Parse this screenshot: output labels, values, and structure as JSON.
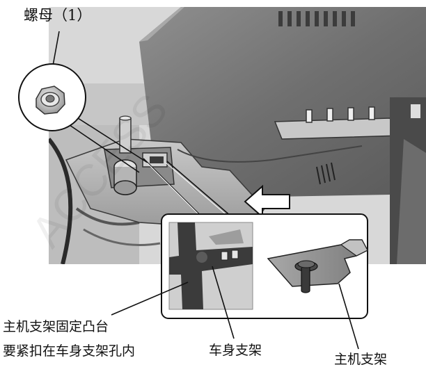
{
  "callout_nut": "螺母（1）",
  "note": {
    "line1": "主机支架固定凸台",
    "line2": "要紧扣在车身支架孔内"
  },
  "label_body_bracket": "车身支架",
  "label_host_bracket": "主机支架",
  "watermark": "ACCESS"
}
